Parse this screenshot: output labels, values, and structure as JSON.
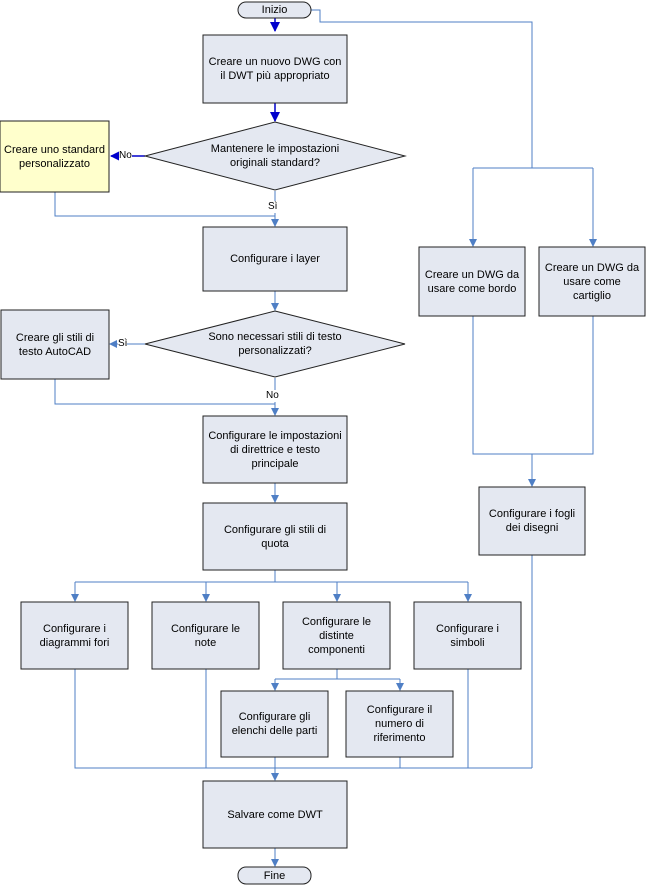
{
  "colors": {
    "box_fill": "#e4e8f1",
    "highlight_fill": "#ffffcc",
    "box_stroke": "#222222",
    "connector": "#4f7fc5",
    "arrow_blue": "#0000cc"
  },
  "nodes": {
    "inizio": "Inizio",
    "create_dwg": "Creare un nuovo DWG con il DWT più appropriato",
    "keep_settings": "Mantenere le impostazioni originali standard?",
    "custom_standard": "Creare uno standard personalizzato",
    "layers": "Configurare i layer",
    "text_styles_q": "Sono necessari stili di testo personalizzati?",
    "text_styles": "Creare gli stili di testo AutoCAD",
    "leader": "Configurare le impostazioni di direttrice e testo principale",
    "dim_styles": "Configurare gli stili di quota",
    "hole_charts": "Configurare i diagrammi fori",
    "notes": "Configurare le note",
    "bom": "Configurare le distinte componenti",
    "symbols": "Configurare i simboli",
    "parts_lists": "Configurare gli elenchi delle parti",
    "balloon": "Configurare il numero di riferimento",
    "border": "Creare un DWG da usare come bordo",
    "title_block": "Creare un DWG da usare come cartiglio",
    "sheets": "Configurare i fogli dei disegni",
    "save": "Salvare come DWT",
    "fine": "Fine"
  },
  "edge_labels": {
    "keep_no": "No",
    "keep_yes": "Sì",
    "styles_yes": "Sì",
    "styles_no": "No"
  }
}
